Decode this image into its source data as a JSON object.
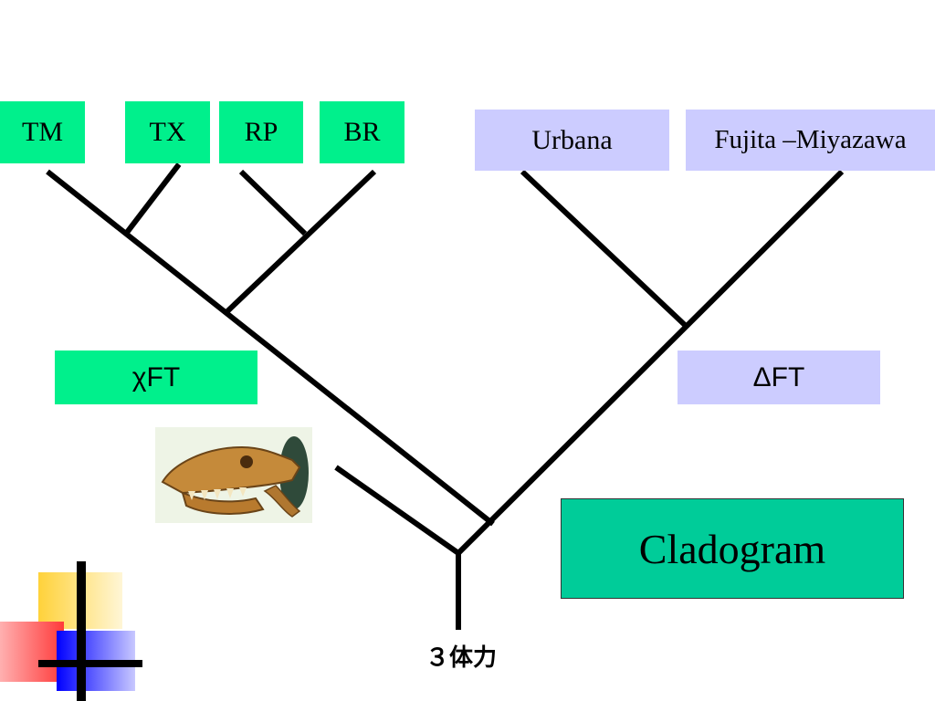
{
  "taxa_left": [
    {
      "id": "tm",
      "label": "TM"
    },
    {
      "id": "tx",
      "label": "TX"
    },
    {
      "id": "rp",
      "label": "RP"
    },
    {
      "id": "br",
      "label": "BR"
    }
  ],
  "taxa_right": [
    {
      "id": "urbana",
      "label": "Urbana"
    },
    {
      "id": "fm",
      "label": "Fujita –Miyazawa"
    }
  ],
  "clade_left_label": "χFT",
  "clade_right_label": "ΔFT",
  "title": "Cladogram",
  "root_label": "３体力",
  "colors": {
    "green_box": "#00f08c",
    "lavender_box": "#ccccff",
    "title_box": "#00cc99",
    "branch": "#000000"
  },
  "icons": {
    "fossil": "t-rex-skull-icon",
    "corner": "slide-corner-decoration"
  }
}
